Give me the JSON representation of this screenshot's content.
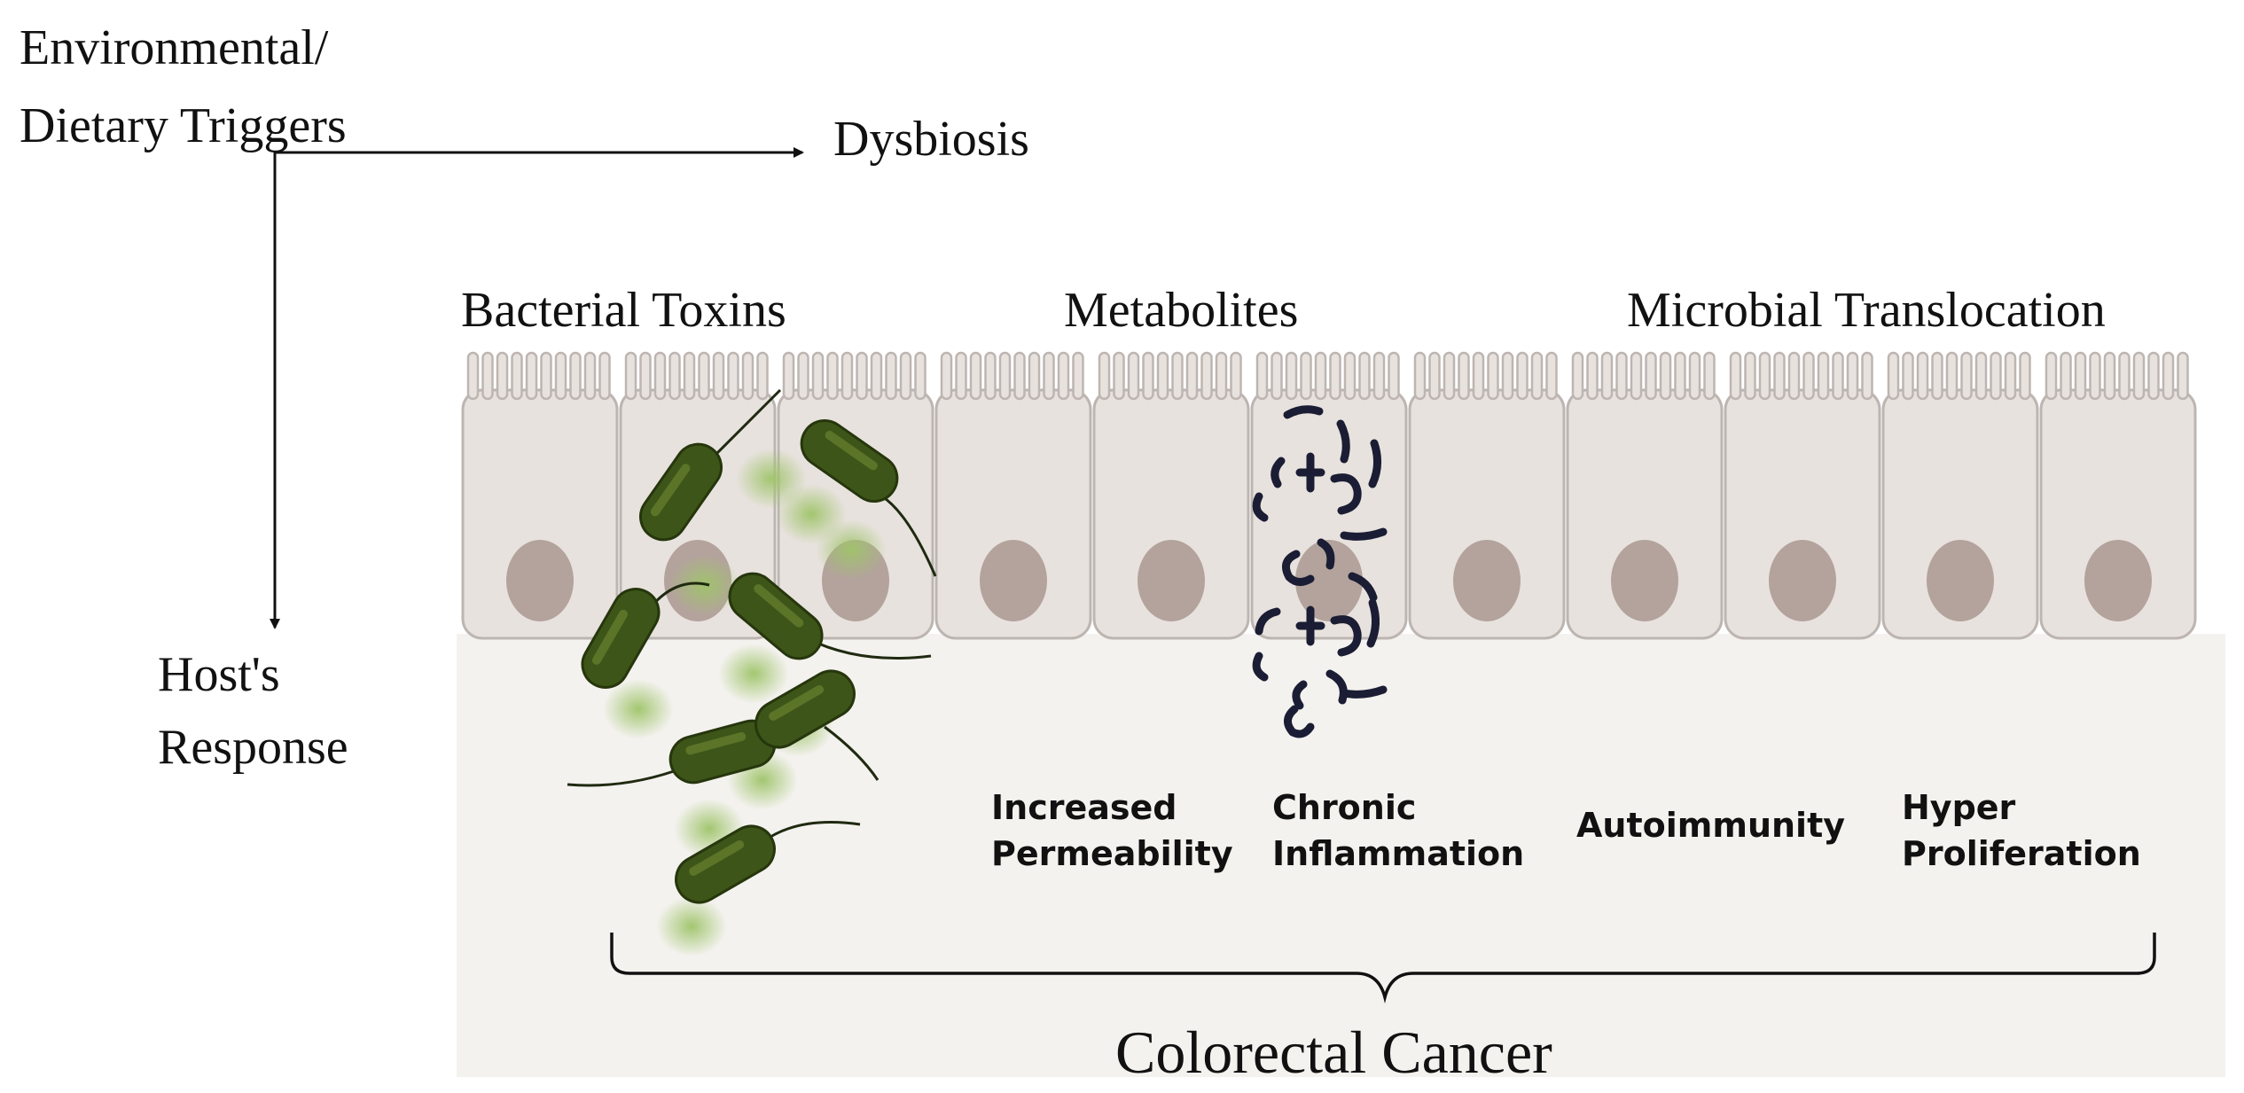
{
  "triggers": {
    "line1": "Environmental/",
    "line2": "Dietary Triggers"
  },
  "dysbiosis": "Dysbiosis",
  "host": {
    "line1": "Host's",
    "line2": "Response"
  },
  "headers": {
    "toxins": "Bacterial Toxins",
    "metabolites": "Metabolites",
    "translocation": "Microbial Translocation"
  },
  "outcomes": [
    {
      "line1": "Increased",
      "line2": "Permeability"
    },
    {
      "line1": "Chronic",
      "line2": "Inflammation"
    },
    {
      "line1": "Autoimmunity",
      "line2": ""
    },
    {
      "line1": "Hyper",
      "line2": "Proliferation"
    }
  ],
  "result": "Colorectal Cancer",
  "colors": {
    "cell_fill": "#e8e2de",
    "cell_stroke": "#bdb5b1",
    "nucleus": "#b3a39c",
    "lumen": "#f4f2ef",
    "bacteria": "#3d5518",
    "toxin_glow": "#9fc46a",
    "metabolite": "#1a1d33"
  },
  "icons": [
    "epithelial-cell",
    "bacterium",
    "toxin-cloud",
    "metabolite-fragment",
    "curly-brace"
  ]
}
